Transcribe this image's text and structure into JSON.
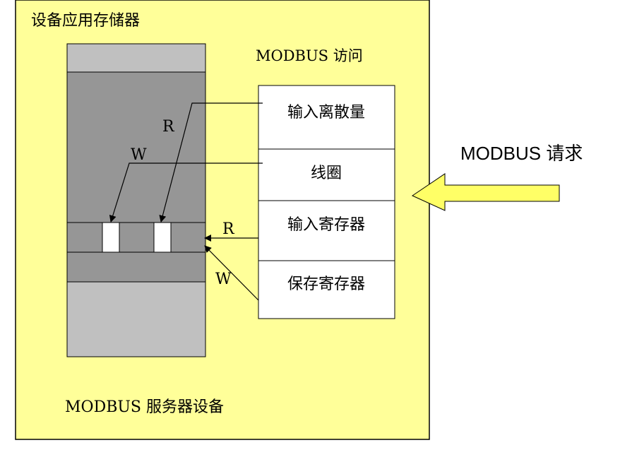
{
  "diagram": {
    "memory_title": "设备应用存储器",
    "access_title": "MODBUS 访问",
    "server_label": "MODBUS 服务器设备",
    "request_label": "MODBUS 请求",
    "tables": [
      {
        "label": "输入离散量"
      },
      {
        "label": "线圈"
      },
      {
        "label": "输入寄存器"
      },
      {
        "label": "保存寄存器"
      }
    ],
    "arrow_labels": {
      "discrete_inputs_read": "R",
      "coils_write": "W",
      "input_registers_read": "R",
      "holding_registers_write": "W"
    }
  },
  "colors": {
    "server_background": "#FFFF99",
    "memory_light": "#C0C0C0",
    "memory_dark": "#969696",
    "request_arrow": "#FFFF66",
    "line": "#000000"
  }
}
